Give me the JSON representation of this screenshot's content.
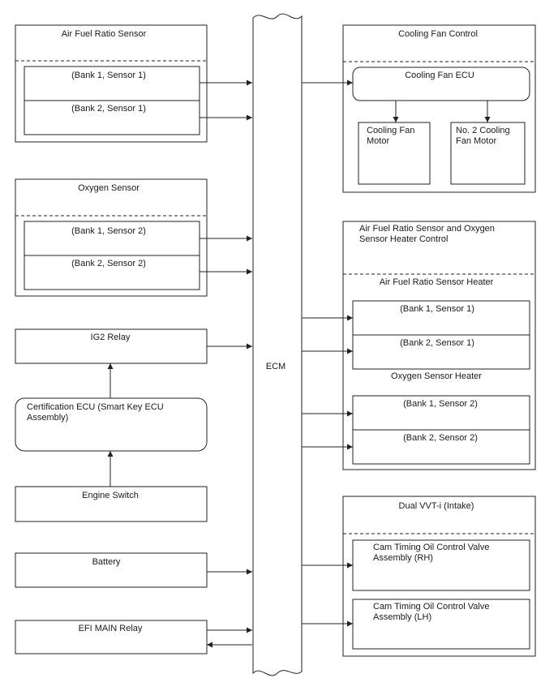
{
  "ecm": {
    "label": "ECM"
  },
  "af_sensor": {
    "title": "Air Fuel Ratio Sensor",
    "rows": [
      "(Bank 1, Sensor 1)",
      "(Bank 2, Sensor 1)"
    ]
  },
  "o2_sensor": {
    "title": "Oxygen Sensor",
    "rows": [
      "(Bank 1, Sensor 2)",
      "(Bank 2, Sensor 2)"
    ]
  },
  "ig2_relay": {
    "label": "IG2 Relay"
  },
  "cert_ecu": {
    "line1": "Certification ECU (Smart Key ECU",
    "line2": "Assembly)"
  },
  "engine_switch": {
    "label": "Engine Switch"
  },
  "battery": {
    "label": "Battery"
  },
  "efi_relay": {
    "label": "EFI MAIN Relay"
  },
  "cooling": {
    "title": "Cooling Fan Control",
    "ecu_label": "Cooling Fan ECU",
    "motor1": [
      "Cooling Fan",
      "Motor"
    ],
    "motor2": [
      "No. 2 Cooling",
      "Fan Motor"
    ]
  },
  "heater": {
    "title_line1": "Air Fuel Ratio Sensor and Oxygen",
    "title_line2": "Sensor Heater Control",
    "af_title": "Air Fuel Ratio Sensor Heater",
    "af_rows": [
      "(Bank 1, Sensor 1)",
      "(Bank 2, Sensor 1)"
    ],
    "o2_title": "Oxygen Sensor Heater",
    "o2_rows": [
      "(Bank 1, Sensor 2)",
      "(Bank 2, Sensor 2)"
    ]
  },
  "vvt": {
    "title": "Dual VVT-i (Intake)",
    "rh": [
      "Cam Timing Oil Control Valve",
      "Assembly (RH)"
    ],
    "lh": [
      "Cam Timing Oil Control Valve",
      "Assembly (LH)"
    ]
  }
}
